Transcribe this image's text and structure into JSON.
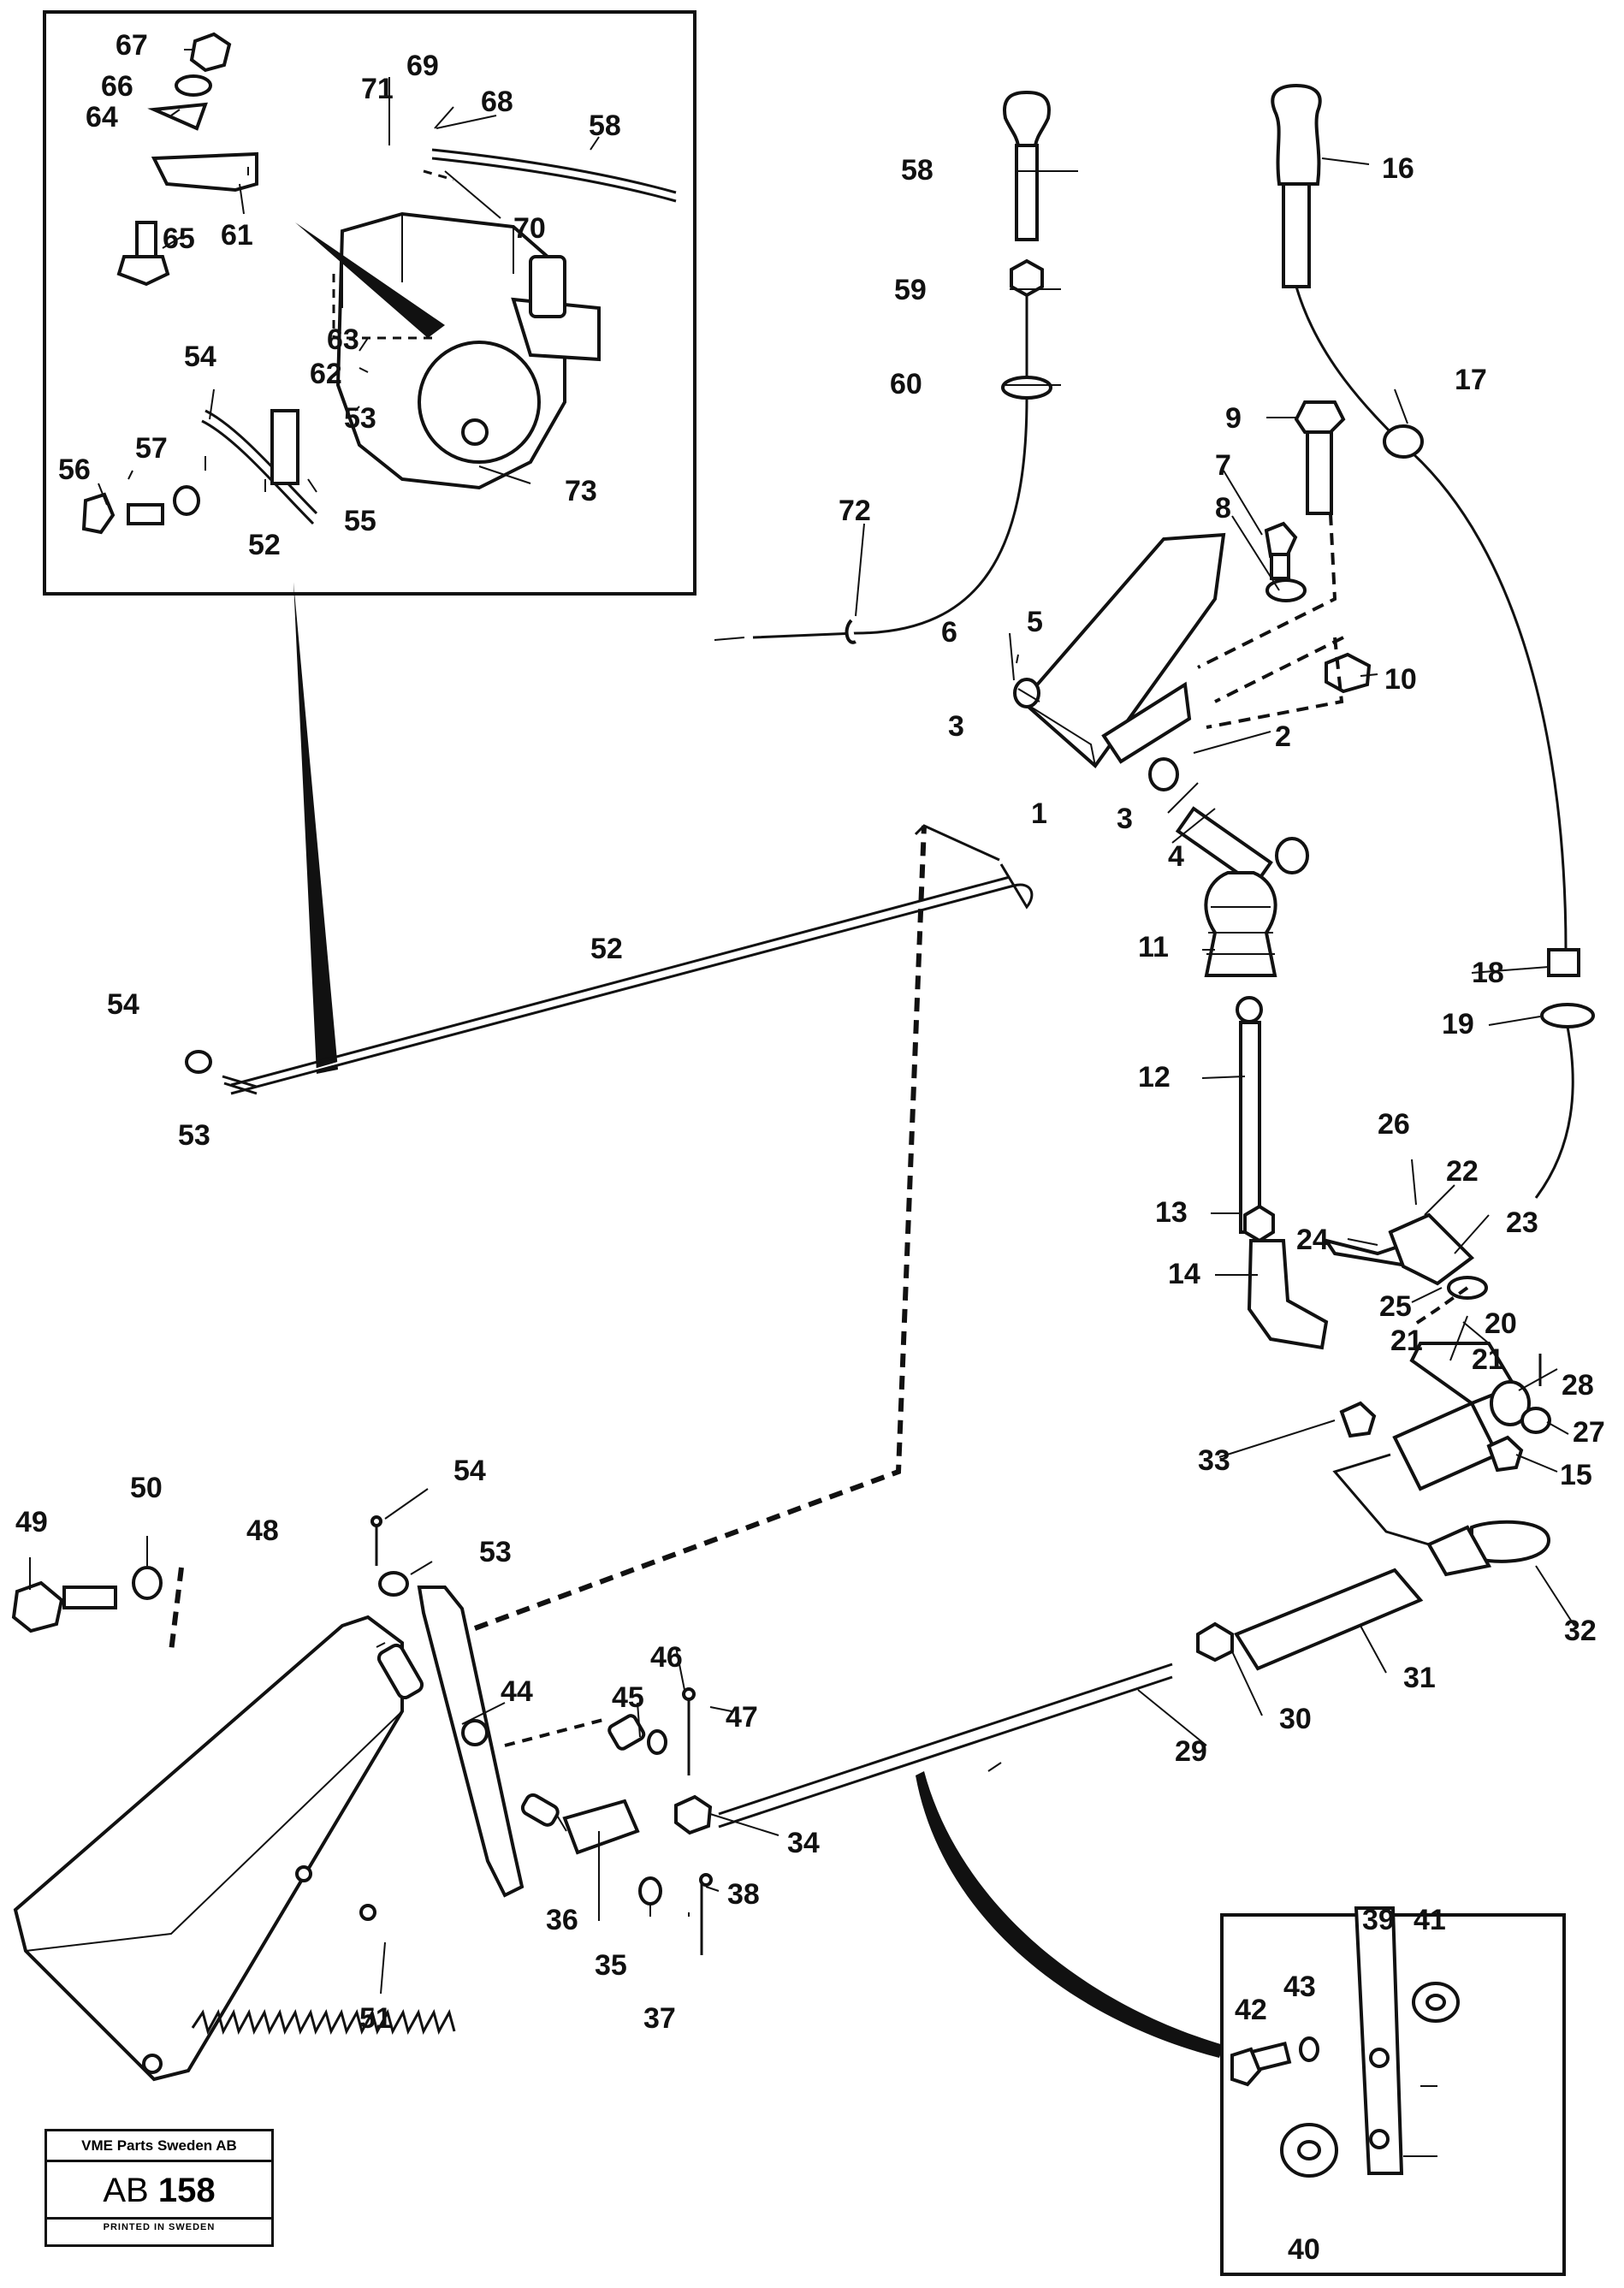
{
  "diagram": {
    "part_numbers": [
      "1",
      "2",
      "3",
      "4",
      "5",
      "6",
      "7",
      "8",
      "9",
      "10",
      "11",
      "12",
      "13",
      "14",
      "15",
      "16",
      "17",
      "18",
      "19",
      "20",
      "21",
      "22",
      "23",
      "24",
      "25",
      "26",
      "27",
      "28",
      "29",
      "30",
      "31",
      "32",
      "33",
      "34",
      "35",
      "36",
      "37",
      "38",
      "39",
      "40",
      "41",
      "42",
      "43",
      "44",
      "45",
      "46",
      "47",
      "48",
      "49",
      "50",
      "51",
      "52",
      "53",
      "54",
      "55",
      "56",
      "57",
      "58",
      "59",
      "60",
      "61",
      "62",
      "63",
      "64",
      "65",
      "66",
      "67",
      "68",
      "69",
      "70",
      "71",
      "72",
      "73"
    ]
  },
  "title_block": {
    "company": "VME Parts Sweden AB",
    "code_prefix": "AB",
    "code_number": "158",
    "printed": "PRINTED IN SWEDEN"
  }
}
